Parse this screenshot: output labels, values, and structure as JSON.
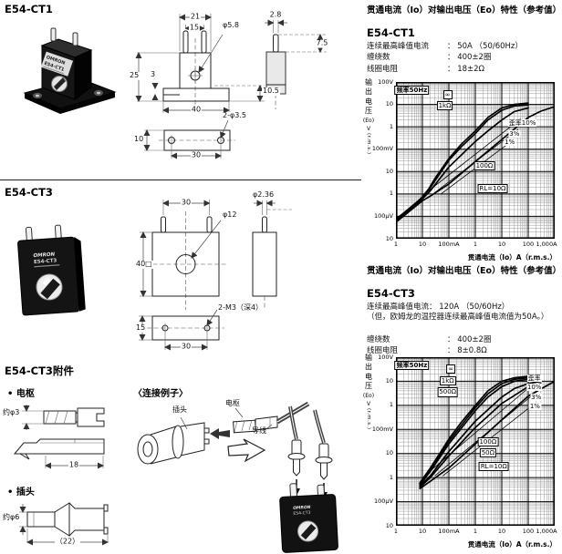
{
  "left": {
    "ct1": {
      "heading": "E54-CT1",
      "photo": {
        "brand": "OMRON",
        "model": "E54-CT1"
      },
      "dims": {
        "top_width": "21",
        "pin_span": "15",
        "hole": "φ5.8",
        "height": "25",
        "lip": "3",
        "flange_width": "40",
        "flange_height": "10.5",
        "side_pin": "2.8",
        "side_offset": "7.5",
        "base_depth": "10",
        "hole_span": "30",
        "base_holes": "2-φ3.5"
      }
    },
    "ct3": {
      "heading": "E54-CT3",
      "photo": {
        "brand": "OMRON",
        "model": "E54-CT3"
      },
      "dims": {
        "pin_span": "30",
        "hole": "φ12",
        "body": "40□",
        "side_pin": "φ2.36",
        "base_depth": "15",
        "hole_span": "30",
        "base_holes": "2-M3（深4）"
      }
    },
    "accessories": {
      "heading": "E54-CT3附件",
      "armature_bullet": "• 电枢",
      "plug_bullet": "• 插头",
      "dims": {
        "armature_dia": "约φ3",
        "armature_len": "18",
        "plug_dia": "约φ6",
        "plug_len": "（22）"
      }
    },
    "connection": {
      "heading": "〈连接例子〉",
      "plug_label": "插头",
      "armature_label": "电枢",
      "wire_label": "导线",
      "device": {
        "brand": "OMRON",
        "model": "E54-CT3"
      }
    }
  },
  "right": {
    "section1": {
      "title": "贯通电流（Io）对输出电压（Eo）特性（参考值）",
      "model": "E54-CT1",
      "spec_current_label": "连续最高峰值电流",
      "spec_current_value": "： 50A （50/60Hz）",
      "spec_turns_label": "缠绕数",
      "spec_turns_value": "： 400±2圈",
      "spec_res_label": "线圈电阻",
      "spec_res_value": "： 18±2Ω"
    },
    "section2": {
      "title": "贯通电流（Io）对输出电压（Eo）特性（参考值）",
      "model": "E54-CT3",
      "spec_current_line": "连续最高峰值电流： 120A （50/60Hz）",
      "spec_note": "（但，欧姆龙的温控器连续最高峰值电流值为50A。）",
      "spec_turns_label": "缠绕数",
      "spec_turns_value": "： 400±2圈",
      "spec_res_label": "线圈电阻",
      "spec_res_value": "： 8±0.8Ω"
    }
  },
  "chart_data": [
    {
      "type": "line",
      "title": "贯通电流（Io）对输出电压（Eo）特性（参考值） E54-CT1",
      "xlabel": "贯通电流（Io）A（r.m.s.）",
      "ylabel": "输出电压（Eo）V（r.m.s.）",
      "ylabel_vertical": "输出电压",
      "ylabel_units": [
        "(Eo)",
        "V",
        "(r.m.s.)"
      ],
      "xscale": "log",
      "yscale": "log",
      "grid": true,
      "xlim": [
        0.001,
        1000
      ],
      "ylim": [
        1e-05,
        100
      ],
      "x_ticks": [
        "1",
        "10",
        "100mA",
        "1",
        "10",
        "100",
        "1,000A"
      ],
      "y_ticks": [
        "100V",
        "10",
        "1",
        "100mV",
        "10",
        "1",
        "100µV",
        "10"
      ],
      "note": "频率50Hz",
      "series": [
        {
          "name": "∞",
          "points": [
            [
              0.001,
              8e-05
            ],
            [
              0.004,
              0.00023
            ],
            [
              0.01,
              0.00075
            ],
            [
              0.018,
              0.0018
            ],
            [
              0.03,
              0.005
            ],
            [
              0.1,
              0.038
            ],
            [
              0.3,
              0.17
            ],
            [
              1,
              0.65
            ],
            [
              3,
              2.6
            ],
            [
              10,
              7
            ],
            [
              30,
              10
            ],
            [
              100,
              11.5
            ]
          ]
        },
        {
          "name": "1kΩ",
          "points": [
            [
              0.001,
              7.2e-05
            ],
            [
              0.01,
              0.0007
            ],
            [
              0.02,
              0.0019
            ],
            [
              0.1,
              0.032
            ],
            [
              0.3,
              0.13
            ],
            [
              1,
              0.5
            ],
            [
              3,
              2
            ],
            [
              10,
              5.5
            ],
            [
              30,
              8.5
            ],
            [
              100,
              9.5
            ]
          ]
        },
        {
          "name": "100Ω",
          "points": [
            [
              0.001,
              6.5e-05
            ],
            [
              0.01,
              0.0006
            ],
            [
              0.02,
              0.0014
            ],
            [
              0.1,
              0.016
            ],
            [
              1,
              0.22
            ],
            [
              3,
              0.65
            ],
            [
              10,
              2
            ],
            [
              30,
              4.8
            ],
            [
              100,
              7
            ]
          ]
        },
        {
          "name": "RL=10Ω",
          "points": [
            [
              0.001,
              5.5e-05
            ],
            [
              0.01,
              0.0005
            ],
            [
              0.02,
              0.0008
            ],
            [
              0.1,
              0.0028
            ],
            [
              1,
              0.028
            ],
            [
              10,
              0.27
            ],
            [
              100,
              2.6
            ],
            [
              300,
              5
            ],
            [
              1000,
              8
            ]
          ]
        },
        {
          "name": "歪率10%",
          "thin": true,
          "points": [
            [
              0.012,
              0.001
            ],
            [
              50,
              2.2
            ]
          ]
        },
        {
          "name": "歪率3%",
          "thin": true,
          "points": [
            [
              0.025,
              0.001
            ],
            [
              40,
              0.75
            ]
          ]
        },
        {
          "name": "歪率1%",
          "thin": true,
          "points": [
            [
              0.05,
              0.001
            ],
            [
              30,
              0.28
            ]
          ]
        }
      ],
      "labels": [
        {
          "t": "频率50Hz",
          "x": 0.004,
          "y": 45,
          "box": true,
          "bold": true
        },
        {
          "t": "∞",
          "x": 0.09,
          "y": 28,
          "box": true
        },
        {
          "t": "1kΩ",
          "x": 0.07,
          "y": 9,
          "box": true
        },
        {
          "t": "歪率10%",
          "x": 60,
          "y": 1.5
        },
        {
          "t": "3%",
          "x": 30,
          "y": 0.5
        },
        {
          "t": "1%",
          "x": 20,
          "y": 0.2
        },
        {
          "t": "100Ω",
          "x": 2.2,
          "y": 0.018,
          "box": true
        },
        {
          "t": "RL=10Ω",
          "x": 4.5,
          "y": 0.0018,
          "box": true
        }
      ]
    },
    {
      "type": "line",
      "title": "贯通电流（Io）对输出电压（Eo）特性（参考值） E54-CT3",
      "xlabel": "贯通电流（Io）A（r.m.s.）",
      "ylabel": "输出电压（Eo）V（r.m.s.）",
      "ylabel_vertical": "输出电压",
      "ylabel_units": [
        "(Eo)",
        "V",
        "(r.m.s.)"
      ],
      "xscale": "log",
      "yscale": "log",
      "grid": true,
      "xlim": [
        0.001,
        1000
      ],
      "ylim": [
        1e-05,
        100
      ],
      "x_ticks": [
        "1",
        "10",
        "100mA",
        "1",
        "10",
        "100",
        "1,000A"
      ],
      "y_ticks": [
        "100V",
        "10",
        "1",
        "100mV",
        "10",
        "1",
        "100µV",
        "10"
      ],
      "note": "频率50Hz",
      "series": [
        {
          "name": "∞",
          "points": [
            [
              0.008,
              0.0006
            ],
            [
              0.02,
              0.0025
            ],
            [
              0.05,
              0.012
            ],
            [
              0.1,
              0.04
            ],
            [
              0.3,
              0.2
            ],
            [
              1,
              1
            ],
            [
              3,
              4
            ],
            [
              10,
              10
            ],
            [
              30,
              14
            ],
            [
              100,
              16
            ]
          ]
        },
        {
          "name": "1kΩ",
          "points": [
            [
              0.008,
              0.00055
            ],
            [
              0.02,
              0.0022
            ],
            [
              0.1,
              0.032
            ],
            [
              0.3,
              0.15
            ],
            [
              1,
              0.8
            ],
            [
              3,
              3
            ],
            [
              10,
              8
            ],
            [
              30,
              12
            ],
            [
              100,
              14
            ]
          ]
        },
        {
          "name": "500Ω",
          "points": [
            [
              0.008,
              0.0005
            ],
            [
              0.02,
              0.0018
            ],
            [
              0.1,
              0.025
            ],
            [
              1,
              0.6
            ],
            [
              3,
              2.2
            ],
            [
              10,
              6
            ],
            [
              30,
              10
            ],
            [
              100,
              12
            ]
          ]
        },
        {
          "name": "100Ω",
          "points": [
            [
              0.008,
              0.00045
            ],
            [
              0.02,
              0.0012
            ],
            [
              0.1,
              0.012
            ],
            [
              1,
              0.22
            ],
            [
              10,
              2.2
            ],
            [
              30,
              5
            ],
            [
              100,
              8
            ],
            [
              300,
              10
            ]
          ]
        },
        {
          "name": "50Ω",
          "points": [
            [
              0.008,
              0.0004
            ],
            [
              0.02,
              0.001
            ],
            [
              0.1,
              0.008
            ],
            [
              1,
              0.12
            ],
            [
              10,
              1.2
            ],
            [
              100,
              6
            ],
            [
              300,
              8
            ]
          ]
        },
        {
          "name": "RL=10Ω",
          "points": [
            [
              0.008,
              0.00035
            ],
            [
              0.02,
              0.0007
            ],
            [
              0.1,
              0.0025
            ],
            [
              1,
              0.025
            ],
            [
              10,
              0.25
            ],
            [
              100,
              2.4
            ],
            [
              1000,
              10
            ]
          ]
        },
        {
          "name": "歪率10%",
          "thin": true,
          "points": [
            [
              0.012,
              0.0012
            ],
            [
              140,
              7
            ]
          ]
        },
        {
          "name": "歪率3%",
          "thin": true,
          "points": [
            [
              0.03,
              0.0012
            ],
            [
              140,
              2.6
            ]
          ]
        },
        {
          "name": "歪率1%",
          "thin": true,
          "points": [
            [
              0.06,
              0.0012
            ],
            [
              140,
              1.0
            ]
          ]
        }
      ],
      "labels": [
        {
          "t": "频率50Hz",
          "x": 0.004,
          "y": 45,
          "box": true,
          "bold": true
        },
        {
          "t": "∞",
          "x": 0.12,
          "y": 32,
          "box": true
        },
        {
          "t": "1kΩ",
          "x": 0.09,
          "y": 10,
          "box": true
        },
        {
          "t": "500Ω",
          "x": 0.09,
          "y": 3.5,
          "box": true
        },
        {
          "t": "歪率",
          "x": 170,
          "y": 13
        },
        {
          "t": "10%",
          "x": 170,
          "y": 5.5
        },
        {
          "t": "3%",
          "x": 200,
          "y": 2.2
        },
        {
          "t": "1%",
          "x": 180,
          "y": 0.9
        },
        {
          "t": "100Ω",
          "x": 3,
          "y": 0.03,
          "box": true
        },
        {
          "t": "50Ω",
          "x": 3,
          "y": 0.011,
          "box": true
        },
        {
          "t": "RL=10Ω",
          "x": 5,
          "y": 0.0028,
          "box": true
        }
      ]
    }
  ]
}
